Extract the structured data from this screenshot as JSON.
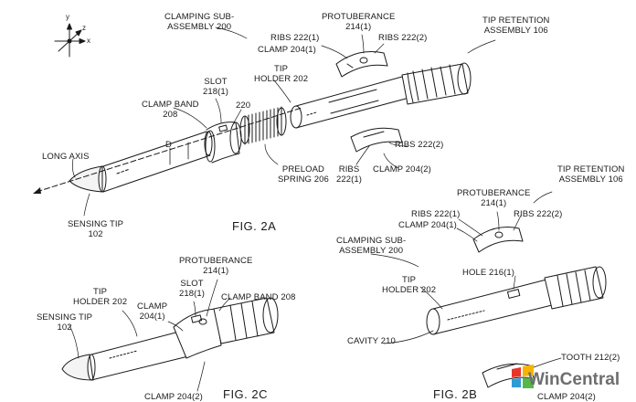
{
  "axes_legend": {
    "x": "x",
    "y": "y",
    "z": "z"
  },
  "fig_2a": {
    "caption": "FIG. 2A",
    "labels": {
      "clamping_subassembly": [
        "Clamping sub-",
        "assembly 200"
      ],
      "protuberance": [
        "Protuberance",
        "214(1)"
      ],
      "ribs_222_1": "Ribs 222(1)",
      "ribs_222_2": "Ribs 222(2)",
      "clamp_204_1": "Clamp 204(1)",
      "tip_retention": [
        "Tip retention",
        "assembly 106"
      ],
      "tip_holder": [
        "Tip",
        "Holder 202"
      ],
      "slot": [
        "Slot",
        "218(1)"
      ],
      "clamp_band": [
        "Clamp band",
        "208"
      ],
      "ref_220": "220",
      "ref_d": "D",
      "long_axis": "Long axis",
      "preload_spring": [
        "Preload",
        "spring 206"
      ],
      "ribs_222_2_lower": "Ribs 222(2)",
      "ribs_222_1_lower": [
        "Ribs",
        "222(1)"
      ],
      "clamp_204_2": "Clamp 204(2)",
      "sensing_tip": [
        "Sensing tip",
        "102"
      ]
    }
  },
  "fig_2b": {
    "caption": "FIG. 2B",
    "labels": {
      "tip_retention": [
        "Tip retention",
        "assembly 106"
      ],
      "protuberance": [
        "Protuberance",
        "214(1)"
      ],
      "ribs_222_1": "Ribs 222(1)",
      "clamp_204_1": "Clamp 204(1)",
      "ribs_222_2": "Ribs 222(2)",
      "clamping_subassembly": [
        "Clamping sub-",
        "assembly 200"
      ],
      "tip_holder": [
        "Tip",
        "holder 202"
      ],
      "hole": "Hole 216(1)",
      "cavity": "Cavity 210",
      "tooth": "Tooth 212(2)",
      "clamp_204_2": "Clamp 204(2)"
    }
  },
  "fig_2c": {
    "caption": "FIG. 2C",
    "labels": {
      "tip_holder": [
        "Tip",
        "Holder 202"
      ],
      "sensing_tip": [
        "Sensing tip",
        "102"
      ],
      "clamp_204_1": [
        "Clamp",
        "204(1)"
      ],
      "slot": [
        "Slot",
        "218(1)"
      ],
      "protuberance": [
        "Protuberance",
        "214(1)"
      ],
      "clamp_band": "Clamp Band 208",
      "clamp_204_2": "Clamp 204(2)"
    }
  },
  "watermark": {
    "text": "WinCentral",
    "colors": [
      "#e8352b",
      "#f6b400",
      "#2f9cd6",
      "#55b947"
    ]
  }
}
